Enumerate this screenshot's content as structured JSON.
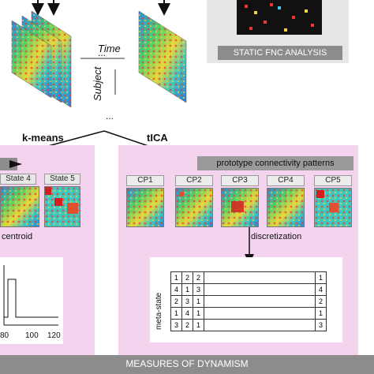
{
  "static_fnc_label": "STATIC FNC ANALYSIS",
  "time_label": "Time",
  "time_dots": "...",
  "subject_label": "Subject",
  "subject_dots": "...",
  "kmeans_label": "k-means",
  "tica_label": "tICA",
  "states": [
    "State 4",
    "State 5"
  ],
  "centroid_label": "centroid",
  "prototype_label": "prototype connectivity patterns",
  "cps": [
    "CP1",
    "CP2",
    "CP3",
    "CP4",
    "CP5"
  ],
  "discretization_label": "discretization",
  "meta_state_label": "meta-state",
  "meta_rows": [
    [
      "1",
      "2",
      "2",
      "1"
    ],
    [
      "4",
      "1",
      "3",
      "4"
    ],
    [
      "2",
      "3",
      "1",
      "2"
    ],
    [
      "1",
      "4",
      "1",
      "1"
    ],
    [
      "3",
      "2",
      "1",
      "3"
    ]
  ],
  "plot_ticks": [
    "80",
    "100",
    "120"
  ],
  "measures_label": "MEASURES OF DYNAMISM",
  "colors": {
    "panel": "#f3d3ee",
    "banner": "#8c8c8c",
    "accent_red": "#d22020"
  }
}
